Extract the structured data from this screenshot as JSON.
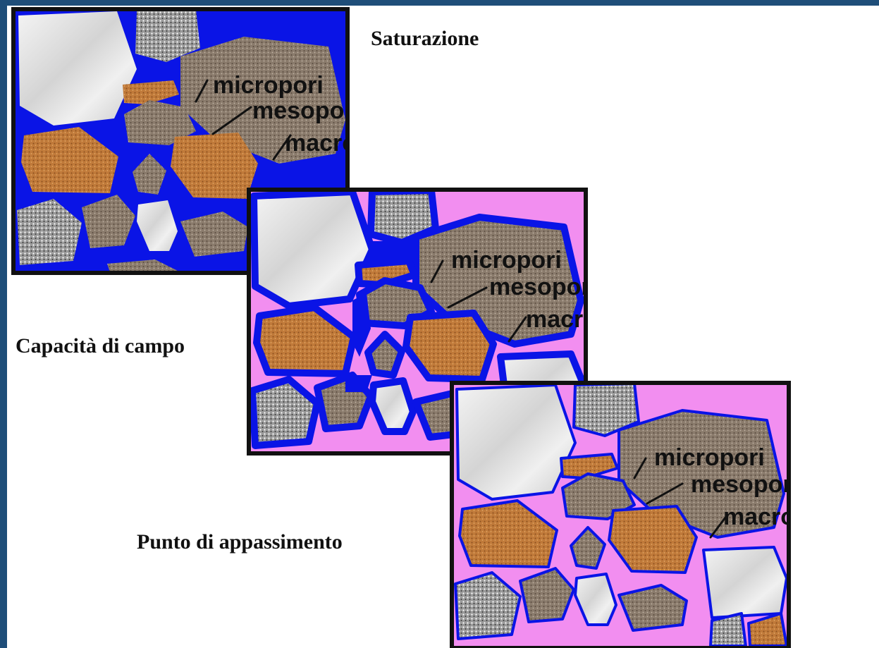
{
  "captions": {
    "saturation": "Saturazione",
    "field_capacity": "Capacità di campo",
    "wilting_point": "Punto di appassimento"
  },
  "pore_labels": {
    "micro": "micropori",
    "meso": "mesopori",
    "macro": "macropori"
  },
  "colors": {
    "water": "#0a14e6",
    "air": "#f28ef0",
    "frame": "#111111",
    "sand_orange": "#c07a3a",
    "silt_brown": "#8a7b6c",
    "marble_white": "#e3e3e3",
    "granite_grey": "#9a9a9a",
    "slide_border": "#1f4e79"
  }
}
